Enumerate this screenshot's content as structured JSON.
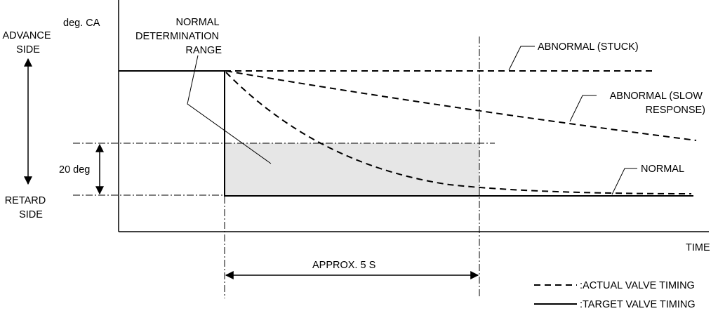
{
  "labels": {
    "y_unit": "deg. CA",
    "advance_side": [
      "ADVANCE",
      "SIDE"
    ],
    "retard_side": [
      "RETARD",
      "SIDE"
    ],
    "normal_range": [
      "NORMAL",
      "DETERMINATION",
      "RANGE"
    ],
    "abnormal_stuck": "ABNORMAL (STUCK)",
    "abnormal_slow": [
      "ABNORMAL (SLOW",
      "RESPONSE)"
    ],
    "normal": "NORMAL",
    "degree_span": "20 deg",
    "time_axis": "TIME",
    "duration": "APPROX. 5 S"
  },
  "legend": [
    {
      "style": "dashed",
      "label": ":ACTUAL VALVE TIMING"
    },
    {
      "style": "solid",
      "label": ":TARGET VALVE TIMING"
    }
  ],
  "colors": {
    "line": "#000000",
    "range_fill": "#e6e6e6"
  }
}
